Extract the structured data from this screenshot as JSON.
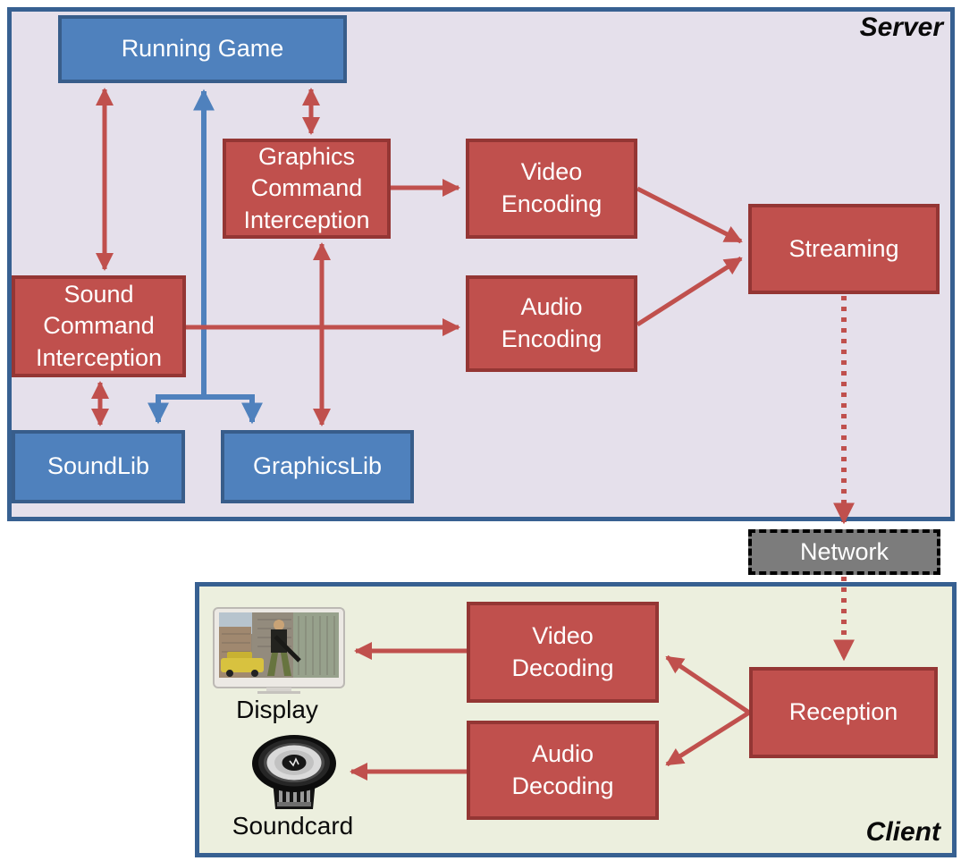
{
  "regions": {
    "server": {
      "label": "Server",
      "bg": "#E5E0EB"
    },
    "client": {
      "label": "Client",
      "bg": "#ECEFDE"
    },
    "network": {
      "label": "Network",
      "bg": "#7C7C7C"
    }
  },
  "nodes": {
    "running_game": {
      "label": "Running Game",
      "type": "blue"
    },
    "graphics_command_interception": {
      "lines": [
        "Graphics",
        "Command",
        "Interception"
      ],
      "type": "red"
    },
    "sound_command_interception": {
      "lines": [
        "Sound",
        "Command",
        "Interception"
      ],
      "type": "red"
    },
    "video_encoding": {
      "lines": [
        "Video",
        "Encoding"
      ],
      "type": "red"
    },
    "audio_encoding": {
      "lines": [
        "Audio",
        "Encoding"
      ],
      "type": "red"
    },
    "streaming": {
      "label": "Streaming",
      "type": "red"
    },
    "soundlib": {
      "label": "SoundLib",
      "type": "blue"
    },
    "graphicslib": {
      "label": "GraphicsLib",
      "type": "blue"
    },
    "video_decoding": {
      "lines": [
        "Video",
        "Decoding"
      ],
      "type": "red"
    },
    "audio_decoding": {
      "lines": [
        "Audio",
        "Decoding"
      ],
      "type": "red"
    },
    "reception": {
      "label": "Reception",
      "type": "red"
    }
  },
  "peripherals": {
    "display": {
      "label": "Display",
      "image": "game-screenshot"
    },
    "soundcard": {
      "label": "Soundcard",
      "image": "subwoofer-speaker"
    }
  },
  "colors": {
    "red_fill": "#C0504D",
    "red_border": "#943634",
    "blue_fill": "#4F81BD",
    "blue_border": "#385D8A",
    "region_border": "#376091",
    "network_fill": "#7C7C7C",
    "server_bg": "#E5E0EB",
    "client_bg": "#ECEFDE"
  },
  "edges": [
    {
      "from": "running_game",
      "to": "sound_command_interception",
      "color": "red",
      "direction": "both",
      "style": "solid"
    },
    {
      "from": "running_game",
      "to": "graphics_command_interception",
      "color": "red",
      "direction": "both",
      "style": "solid"
    },
    {
      "from": "soundlib_graphicslib_branch",
      "to": "running_game",
      "color": "blue",
      "direction": "up-and-down-into-libs",
      "style": "solid"
    },
    {
      "from": "sound_command_interception",
      "to": "soundlib",
      "color": "red",
      "direction": "both",
      "style": "solid"
    },
    {
      "from": "graphics_command_interception",
      "to": "graphicslib",
      "color": "red",
      "direction": "both",
      "style": "solid"
    },
    {
      "from": "graphics_command_interception",
      "to": "video_encoding",
      "color": "red",
      "direction": "forward",
      "style": "solid"
    },
    {
      "from": "sound_command_interception",
      "to": "audio_encoding",
      "color": "red",
      "direction": "forward",
      "style": "solid"
    },
    {
      "from": "video_encoding",
      "to": "streaming",
      "color": "red",
      "direction": "forward",
      "style": "solid"
    },
    {
      "from": "audio_encoding",
      "to": "streaming",
      "color": "red",
      "direction": "forward",
      "style": "solid"
    },
    {
      "from": "streaming",
      "to": "network",
      "color": "red",
      "direction": "forward",
      "style": "dotted"
    },
    {
      "from": "network",
      "to": "reception",
      "color": "red",
      "direction": "forward",
      "style": "dotted"
    },
    {
      "from": "reception",
      "to": "video_decoding",
      "color": "red",
      "direction": "forward",
      "style": "solid"
    },
    {
      "from": "reception",
      "to": "audio_decoding",
      "color": "red",
      "direction": "forward",
      "style": "solid"
    },
    {
      "from": "video_decoding",
      "to": "display",
      "color": "red",
      "direction": "forward",
      "style": "solid"
    },
    {
      "from": "audio_decoding",
      "to": "soundcard",
      "color": "red",
      "direction": "forward",
      "style": "solid"
    }
  ]
}
